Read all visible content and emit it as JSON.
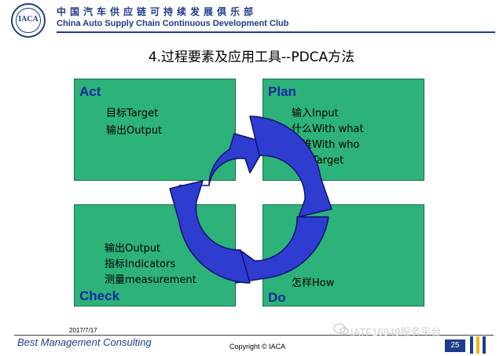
{
  "header": {
    "logo_text": "IACA",
    "org_cn": "中国汽车供应链可持续发展俱乐部",
    "org_en": "China Auto Supply Chain Continuous Development Club"
  },
  "title": "4.过程要素及应用工具--PDCA方法",
  "quadrants": {
    "act": {
      "title": "Act",
      "items": [
        "目标Target",
        "输出Output"
      ]
    },
    "plan": {
      "title": "Plan",
      "items": [
        "输入Input",
        "什么With what",
        "与谁With who",
        "目标Target"
      ]
    },
    "check": {
      "title": "Check",
      "items": [
        "输出Output",
        "指标Indicators",
        "测量measurement"
      ]
    },
    "do": {
      "title": "Do",
      "items": [
        "怎样How"
      ]
    }
  },
  "colors": {
    "box_fill": "#2db27a",
    "cycle_fill": "#2f3cd0",
    "cycle_stroke": "#0b1370",
    "title_blue": "#142a9c",
    "brand_blue": "#1f3c88"
  },
  "footer": {
    "date": "2017/7/17",
    "company": "Best Management Consulting",
    "copyright": "Copyright © IACA",
    "page": "25",
    "watermark": "IATF16949服务平台"
  }
}
